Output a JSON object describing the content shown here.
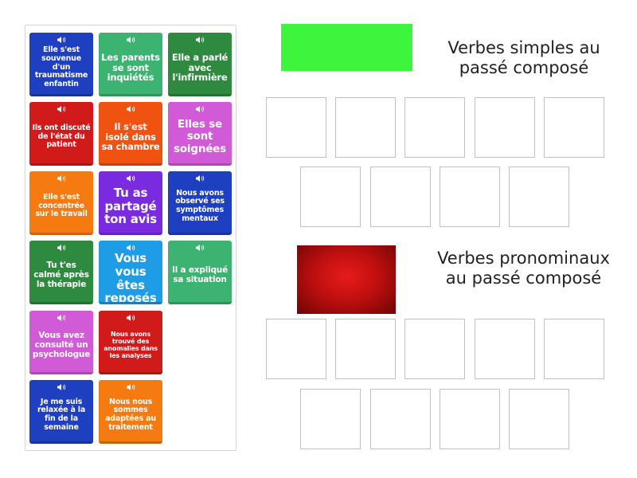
{
  "colors": {
    "blue": "#1e3fbf",
    "green_dark": "#2e8a3e",
    "green_light": "#3cb371",
    "red": "#d11a1a",
    "orange": "#f57a10",
    "purple": "#7a2be0",
    "pink": "#d15ad6",
    "azure": "#1e9de6",
    "header_green": "#3ef53e"
  },
  "cards": [
    {
      "text": "Elle s'est souvenue d'un traumatisme enfantin",
      "icon": "speaker-icon"
    },
    {
      "text": "Les parents se sont inquiétés",
      "icon": "speaker-icon"
    },
    {
      "text": "Elle a parlé avec l'infirmière",
      "icon": "speaker-icon"
    },
    {
      "text": "Ils ont discuté de l'état du patient",
      "icon": "speaker-icon"
    },
    {
      "text": "Il s'est isolé dans sa chambre",
      "icon": "speaker-icon"
    },
    {
      "text": "Elles se sont soignées",
      "icon": "speaker-icon"
    },
    {
      "text": "Elle s'est concentrée sur le travail",
      "icon": "speaker-icon"
    },
    {
      "text": "Tu as partagé ton avis",
      "icon": "speaker-icon"
    },
    {
      "text": "Nous avons observé ses symptômes mentaux",
      "icon": "speaker-icon"
    },
    {
      "text": "Tu t'es calmé après la thérapie",
      "icon": "speaker-icon"
    },
    {
      "text": "Vous vous êtes reposés",
      "icon": "speaker-icon"
    },
    {
      "text": "Il a expliqué sa situation",
      "icon": "speaker-icon"
    },
    {
      "text": "Vous avez consulté un psychologue",
      "icon": "speaker-icon"
    },
    {
      "text": "Nous avons trouvé des anomalies dans les analyses",
      "icon": "speaker-icon"
    },
    {
      "text": "Je me suis relaxée à la fin de la semaine",
      "icon": "speaker-icon"
    },
    {
      "text": "Nous nous sommes adaptées au traitement",
      "icon": "speaker-icon"
    }
  ],
  "categories": [
    {
      "title": "Verbes simples au passé composé",
      "slots": 9
    },
    {
      "title": "Verbes pronominaux au passé composé",
      "slots": 9
    }
  ]
}
